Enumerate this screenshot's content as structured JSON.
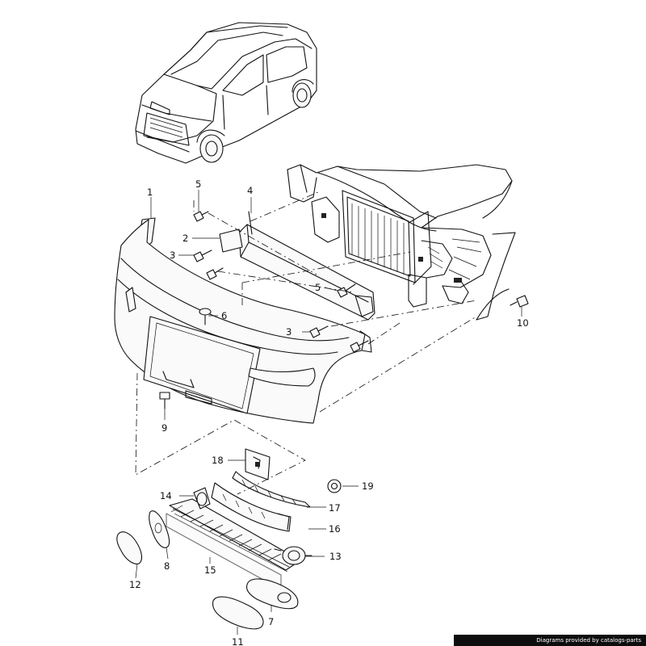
{
  "callouts": [
    {
      "id": "p1",
      "label": "1"
    },
    {
      "id": "p2",
      "label": "2"
    },
    {
      "id": "p3a",
      "label": "3"
    },
    {
      "id": "p3b",
      "label": "3"
    },
    {
      "id": "p4",
      "label": "4"
    },
    {
      "id": "p5a",
      "label": "5"
    },
    {
      "id": "p5b",
      "label": "5"
    },
    {
      "id": "p6",
      "label": "6"
    },
    {
      "id": "p7",
      "label": "7"
    },
    {
      "id": "p8",
      "label": "8"
    },
    {
      "id": "p9",
      "label": "9"
    },
    {
      "id": "p10",
      "label": "10"
    },
    {
      "id": "p11",
      "label": "11"
    },
    {
      "id": "p12",
      "label": "12"
    },
    {
      "id": "p13",
      "label": "13"
    },
    {
      "id": "p14",
      "label": "14"
    },
    {
      "id": "p15",
      "label": "15"
    },
    {
      "id": "p16",
      "label": "16"
    },
    {
      "id": "p17",
      "label": "17"
    },
    {
      "id": "p18",
      "label": "18"
    },
    {
      "id": "p19",
      "label": "19"
    }
  ],
  "footer": {
    "credit": "Diagrams provided by catalogs-parts"
  }
}
